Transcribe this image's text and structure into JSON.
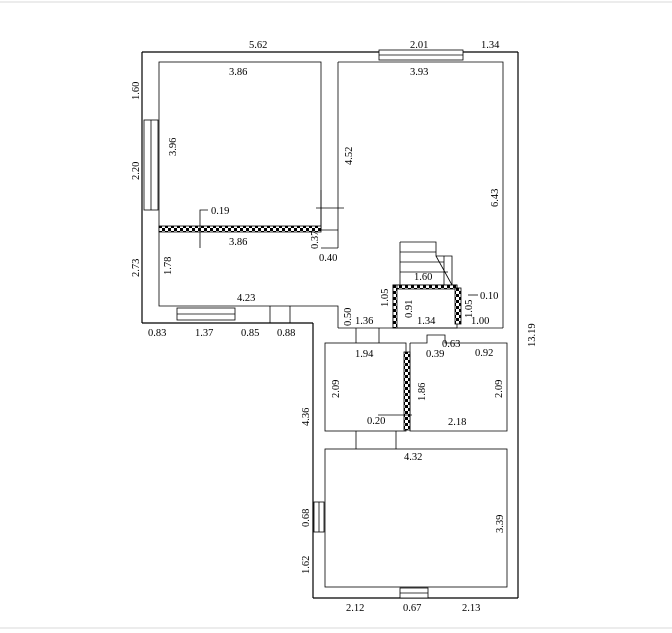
{
  "plan": {
    "top": {
      "overall_width": "5.62",
      "window_width": "2.01",
      "right_segment": "1.34"
    },
    "left": {
      "segment_top": "1.60",
      "window_height": "2.20",
      "segment_bottom": "2.73"
    },
    "right": {
      "overall_height": "13.19"
    },
    "room_nw": {
      "width": "3.86",
      "height": "3.96"
    },
    "room_ne": {
      "width": "3.93",
      "height_a": "4.52",
      "height_b": "6.43"
    },
    "partition": {
      "offset": "0.19",
      "width": "3.86",
      "door_a": "0.37",
      "door_b": "0.40"
    },
    "hall": {
      "height": "1.78",
      "width": "4.23"
    },
    "bottom_row": {
      "seg_1": "0.83",
      "seg_2": "1.37",
      "seg_3": "0.85",
      "seg_4": "0.88"
    },
    "corridor": {
      "a": "0.50",
      "b": "1.36",
      "c": "1.05",
      "d": "0.91",
      "e": "1.34",
      "f": "1.00"
    },
    "stairs": {
      "width": "1.60",
      "right_gap": "0.10",
      "depth": "1.05"
    },
    "room_mid_left": {
      "width": "1.94",
      "height": "2.09",
      "wall_gap": "0.20"
    },
    "room_mid_right": {
      "notch": "0.63",
      "left": "0.39",
      "right": "0.92",
      "height": "2.09",
      "width": "2.18",
      "inner": "1.86"
    },
    "mid_side": {
      "height": "4.36"
    },
    "room_bottom": {
      "width": "4.32",
      "height": "3.39",
      "window_a": "0.68",
      "window_b": "1.62"
    },
    "bottom": {
      "seg_1": "2.12",
      "window": "0.67",
      "seg_2": "2.13"
    }
  }
}
